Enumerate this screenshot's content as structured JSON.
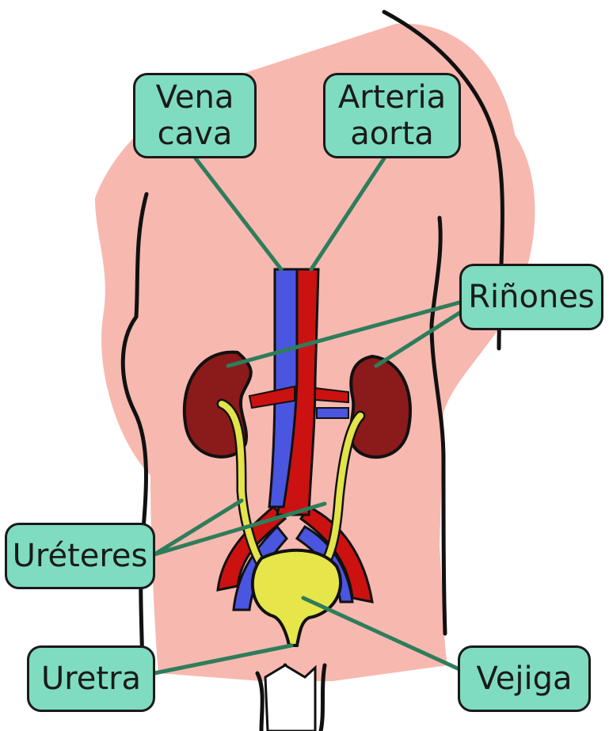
{
  "labels": {
    "vena_cava": [
      "Vena",
      "cava"
    ],
    "arteria_aorta": [
      "Arteria",
      "aorta"
    ],
    "rinones": "Riñones",
    "ureteres": "Uréteres",
    "uretra": "Uretra",
    "vejiga": "Vejiga"
  },
  "colors": {
    "skin": "#f7b8b0",
    "outline": "#111111",
    "label_fill": "#7fdcc0",
    "leader_line": "#2e7d5a",
    "kidney": "#8b1a1a",
    "artery": "#cc1111",
    "vein": "#4a55e0",
    "ureter": "#e3e34a",
    "bladder": "#e6e64a"
  }
}
